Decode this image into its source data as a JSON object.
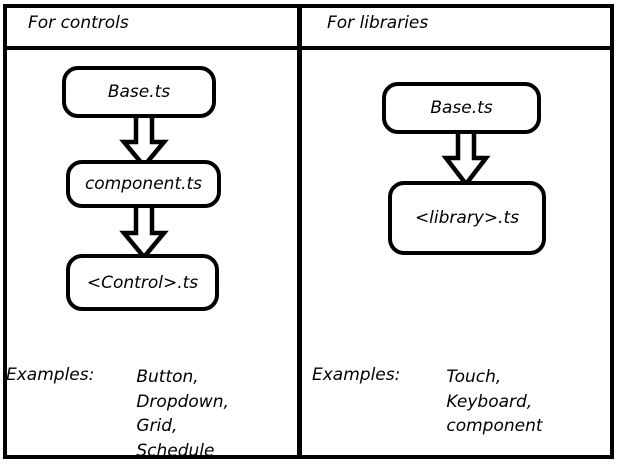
{
  "diagram": {
    "panels": [
      {
        "id": "controls",
        "header": "For controls",
        "nodes": [
          {
            "id": "ctrl-base",
            "label": "Base.ts"
          },
          {
            "id": "ctrl-component",
            "label": "component.ts"
          },
          {
            "id": "ctrl-control",
            "label": "<Control>.ts"
          }
        ],
        "arrows": [
          {
            "id": "ctrl-arrow-1",
            "from": "ctrl-base",
            "to": "ctrl-component",
            "style": "hollow-block-down"
          },
          {
            "id": "ctrl-arrow-2",
            "from": "ctrl-component",
            "to": "ctrl-control",
            "style": "hollow-block-down"
          }
        ],
        "examples": {
          "label": "Examples:",
          "items": "Button,\nDropdown,\nGrid,\nSchedule"
        }
      },
      {
        "id": "libraries",
        "header": "For libraries",
        "nodes": [
          {
            "id": "lib-base",
            "label": "Base.ts"
          },
          {
            "id": "lib-library",
            "label": "<library>.ts"
          }
        ],
        "arrows": [
          {
            "id": "lib-arrow-1",
            "from": "lib-base",
            "to": "lib-library",
            "style": "hollow-block-down"
          }
        ],
        "examples": {
          "label": "Examples:",
          "items": "Touch,\nKeyboard,\ncomponent"
        }
      }
    ],
    "colors": {
      "stroke": "#000000",
      "fill": "#ffffff",
      "text": "#000000"
    }
  }
}
